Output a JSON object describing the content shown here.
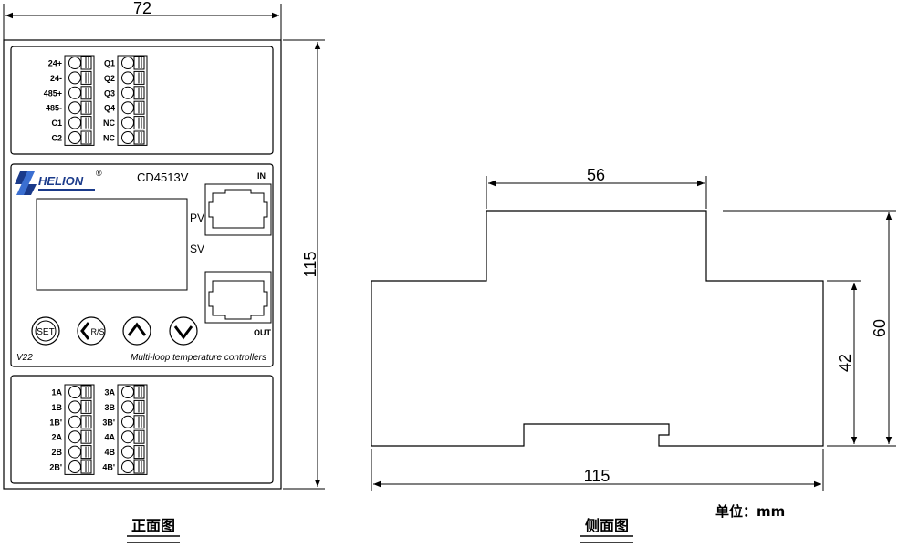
{
  "front": {
    "width_dim": "72",
    "height_dim": "115",
    "top_terminals_left": [
      "24+",
      "24-",
      "485+",
      "485-",
      "C1",
      "C2"
    ],
    "top_terminals_right": [
      "Q1",
      "Q2",
      "Q3",
      "Q4",
      "NC",
      "NC"
    ],
    "bottom_terminals_left": [
      "1A",
      "1B",
      "1B'",
      "2A",
      "2B",
      "2B'"
    ],
    "bottom_terminals_right": [
      "3A",
      "3B",
      "3B'",
      "4A",
      "4B",
      "4B'"
    ],
    "brand": "HELION",
    "model": "CD4513V",
    "port_in": "IN",
    "port_out": "OUT",
    "pv_label": "PV",
    "sv_label": "SV",
    "btn_set": "SET",
    "btn_rs": "R/S",
    "version": "V22",
    "tagline": "Multi-loop temperature controllers",
    "caption": "正面图"
  },
  "side": {
    "top_dim": "56",
    "depth_dim": "115",
    "height_total_dim": "60",
    "height_body_dim": "42",
    "unit": "单位：mm",
    "caption": "侧面图"
  }
}
